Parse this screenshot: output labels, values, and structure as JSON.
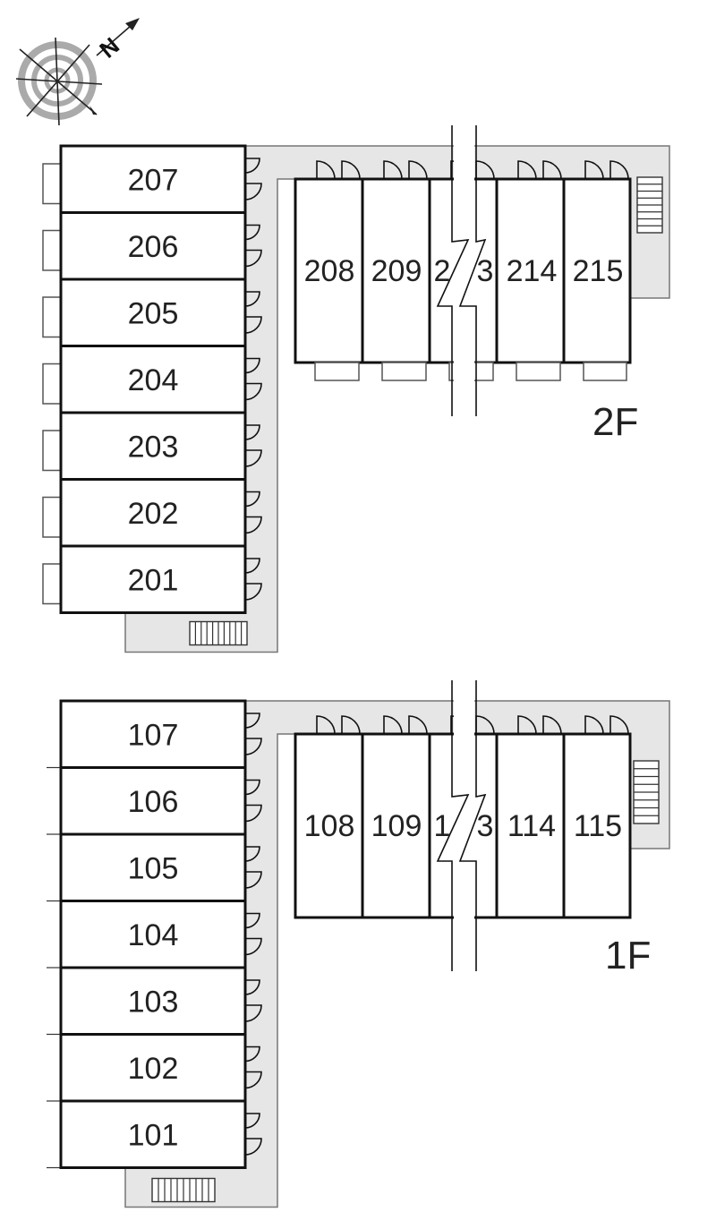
{
  "compass": {
    "north_letter": "N",
    "icon": "compass-icon"
  },
  "floors": [
    {
      "id": "2F",
      "label": "2F",
      "left_wing_rooms": [
        "207",
        "206",
        "205",
        "204",
        "203",
        "202",
        "201"
      ],
      "right_wing_rooms": [
        "208",
        "209",
        "2",
        "3",
        "214",
        "215"
      ]
    },
    {
      "id": "1F",
      "label": "1F",
      "left_wing_rooms": [
        "107",
        "106",
        "105",
        "104",
        "103",
        "102",
        "101"
      ],
      "right_wing_rooms": [
        "108",
        "109",
        "1",
        "3",
        "114",
        "115"
      ]
    }
  ],
  "colors": {
    "corridor": "#e6e6e6",
    "wall": "#111111",
    "text": "#222222"
  }
}
